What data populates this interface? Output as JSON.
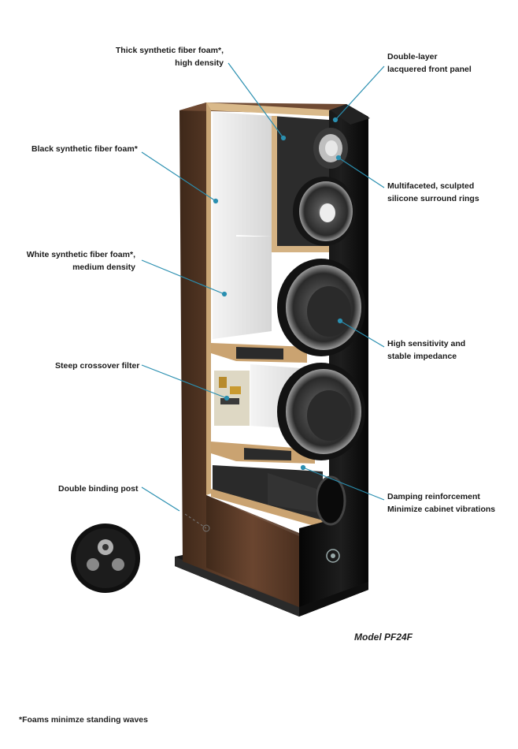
{
  "callouts": {
    "thick_foam": [
      "Thick synthetic fiber foam*,",
      "high density"
    ],
    "black_foam": [
      "Black synthetic fiber foam*"
    ],
    "white_foam": [
      "White synthetic fiber foam*,",
      "medium density"
    ],
    "crossover": [
      "Steep crossover filter"
    ],
    "binding_post": [
      "Double binding post"
    ],
    "front_panel": [
      "Double-layer",
      "lacquered front panel"
    ],
    "surround_rings": [
      "Multifaceted, sculpted",
      "silicone surround rings"
    ],
    "sensitivity": [
      "High sensitivity and",
      "stable impedance"
    ],
    "damping": [
      "Damping reinforcement",
      "Minimize cabinet vibrations"
    ]
  },
  "model_label": "Model PF24F",
  "footnote": "*Foams minimze standing waves",
  "colors": {
    "callout_line": "#2a8fb0",
    "wood": "#5a3a26",
    "front": "#0c0c0c"
  }
}
